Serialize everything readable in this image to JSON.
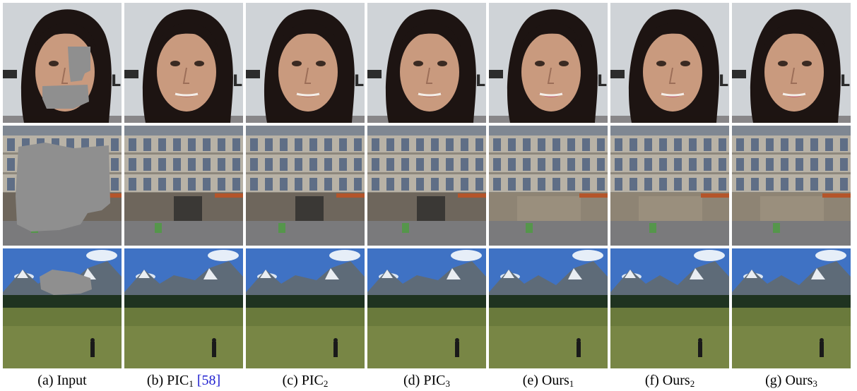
{
  "figure": {
    "columns": [
      {
        "prefix": "(a) Input",
        "sub": "",
        "cite": ""
      },
      {
        "prefix": "(b) PIC",
        "sub": "1",
        "cite": "[58]"
      },
      {
        "prefix": "(c) PIC",
        "sub": "2",
        "cite": ""
      },
      {
        "prefix": "(d) PIC",
        "sub": "3",
        "cite": ""
      },
      {
        "prefix": "(e) Ours",
        "sub": "1",
        "cite": ""
      },
      {
        "prefix": "(f) Ours",
        "sub": "2",
        "cite": ""
      },
      {
        "prefix": "(g) Ours",
        "sub": "3",
        "cite": ""
      }
    ],
    "rows": [
      "face",
      "building",
      "landscape"
    ],
    "mask_color": "#8f8f8f",
    "cite_color": "#1f1fd0"
  }
}
